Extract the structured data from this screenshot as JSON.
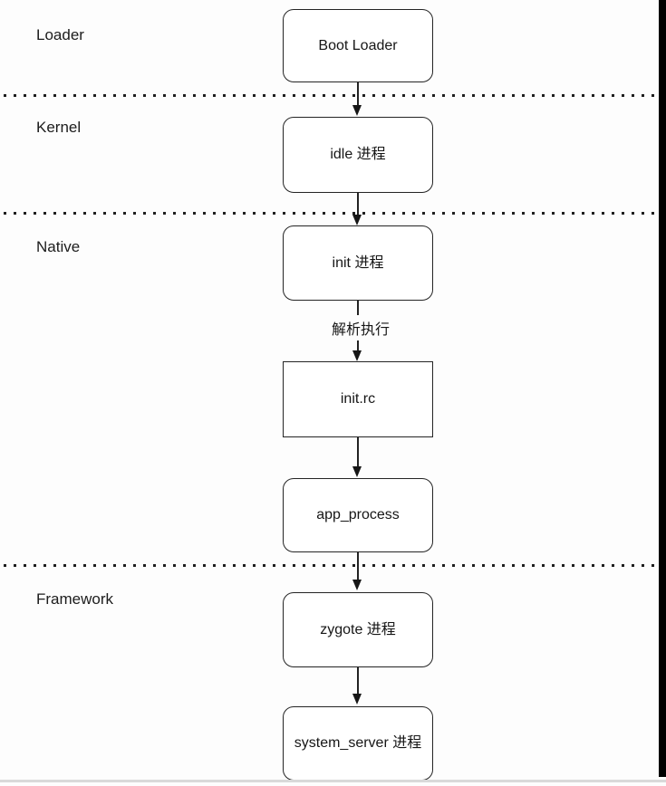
{
  "sections": [
    {
      "label": "Loader"
    },
    {
      "label": "Kernel"
    },
    {
      "label": "Native"
    },
    {
      "label": "Framework"
    }
  ],
  "nodes": [
    {
      "name": "boot-loader",
      "label": "Boot Loader",
      "shape": "rounded"
    },
    {
      "name": "idle-process",
      "label": "idle 进程",
      "shape": "rounded"
    },
    {
      "name": "init-process",
      "label": "init 进程",
      "shape": "rounded"
    },
    {
      "name": "init-rc",
      "label": "init.rc",
      "shape": "rect"
    },
    {
      "name": "app-process",
      "label": "app_process",
      "shape": "rounded"
    },
    {
      "name": "zygote-process",
      "label": "zygote 进程",
      "shape": "rounded"
    },
    {
      "name": "system-server-process",
      "label": "system_server 进程",
      "shape": "rounded"
    }
  ],
  "edges": [
    {
      "from": "boot-loader",
      "to": "idle-process",
      "label": ""
    },
    {
      "from": "idle-process",
      "to": "init-process",
      "label": ""
    },
    {
      "from": "init-process",
      "to": "init-rc",
      "label": "解析执行"
    },
    {
      "from": "init-rc",
      "to": "app-process",
      "label": ""
    },
    {
      "from": "app-process",
      "to": "zygote-process",
      "label": ""
    },
    {
      "from": "zygote-process",
      "to": "system-server-process",
      "label": ""
    }
  ],
  "colors": {
    "background": "#fdfdfd",
    "node_fill": "#ffffff",
    "stroke": "#232323",
    "text": "#161616",
    "right_bar": "#000000",
    "bottom_divider": "#d9d9d9"
  }
}
